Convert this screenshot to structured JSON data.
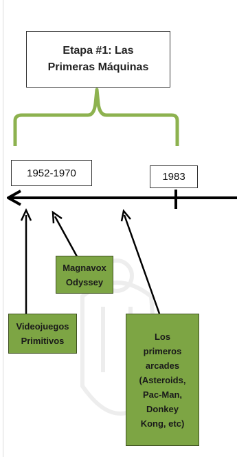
{
  "title": {
    "line1": "Etapa #1: Las",
    "line2": "Primeras Máquinas"
  },
  "dates": {
    "start": "1952-1970",
    "end": "1983"
  },
  "events": {
    "magnavox": {
      "line1": "Magnavox",
      "line2": "Odyssey"
    },
    "primitivos": {
      "line1": "Videojuegos",
      "line2": "Primitivos"
    },
    "arcades": {
      "lines": [
        "Los",
        "primeros",
        "arcades",
        "(Asteroids,",
        "Pac-Man,",
        "Donkey",
        "Kong, etc)"
      ]
    }
  },
  "colors": {
    "green_fill": "#7da544",
    "bracket": "#8db24f",
    "line": "#000000"
  }
}
